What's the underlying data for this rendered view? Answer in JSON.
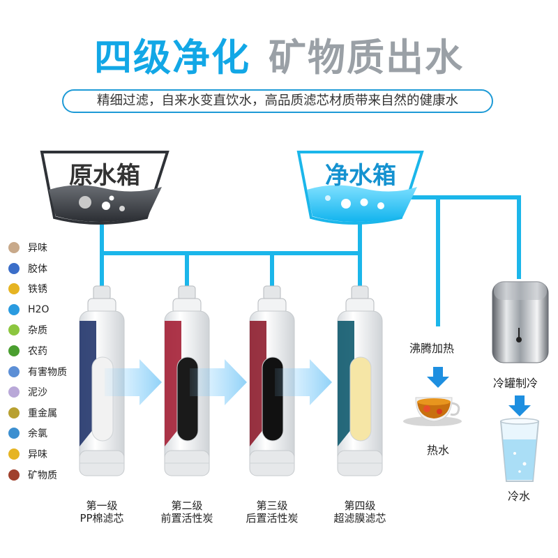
{
  "header": {
    "title_part1": "四级净化",
    "title_part2": "矿物质出水",
    "subtitle": "精细过滤，自来水变直饮水，高品质滤芯材质带来自然的健康水"
  },
  "tanks": {
    "raw": "原水箱",
    "pure": "净水箱"
  },
  "contaminants": [
    {
      "label": "异味",
      "color": "#c8a98a"
    },
    {
      "label": "胶体",
      "color": "#3b6ec9"
    },
    {
      "label": "铁锈",
      "color": "#e6b422"
    },
    {
      "label": "H2O",
      "color": "#2a9be0"
    },
    {
      "label": "杂质",
      "color": "#8cc63f"
    },
    {
      "label": "农药",
      "color": "#4a9e2f"
    },
    {
      "label": "有害物质",
      "color": "#5c8fd6"
    },
    {
      "label": "泥沙",
      "color": "#b9a8d8"
    },
    {
      "label": "重金属",
      "color": "#b8a030"
    },
    {
      "label": "余氯",
      "color": "#3c8fd0"
    },
    {
      "label": "异味",
      "color": "#e6b422"
    },
    {
      "label": "矿物质",
      "color": "#a0402c"
    }
  ],
  "stages": [
    {
      "line1": "第一级",
      "line2": "PP棉滤芯",
      "band": "#22356b",
      "core": "#f2f2f2"
    },
    {
      "line1": "第二级",
      "line2": "前置活性炭",
      "band": "#a41f35",
      "core": "#1a1a1a"
    },
    {
      "line1": "第三级",
      "line2": "后置活性炭",
      "band": "#8e1d2e",
      "core": "#111111"
    },
    {
      "line1": "第四级",
      "line2": "超滤膜滤芯",
      "band": "#0f5a6e",
      "core": "#f6e6a6"
    }
  ],
  "outputs": {
    "heat_label": "沸腾加热",
    "hot_label": "热水",
    "cool_label": "冷罐制冷",
    "cold_label": "冷水"
  },
  "colors": {
    "accent": "#12a7e6",
    "pipe": "#1bb6ea",
    "arrow": "#1e8fe0",
    "title_gray": "#9aa0a6"
  }
}
